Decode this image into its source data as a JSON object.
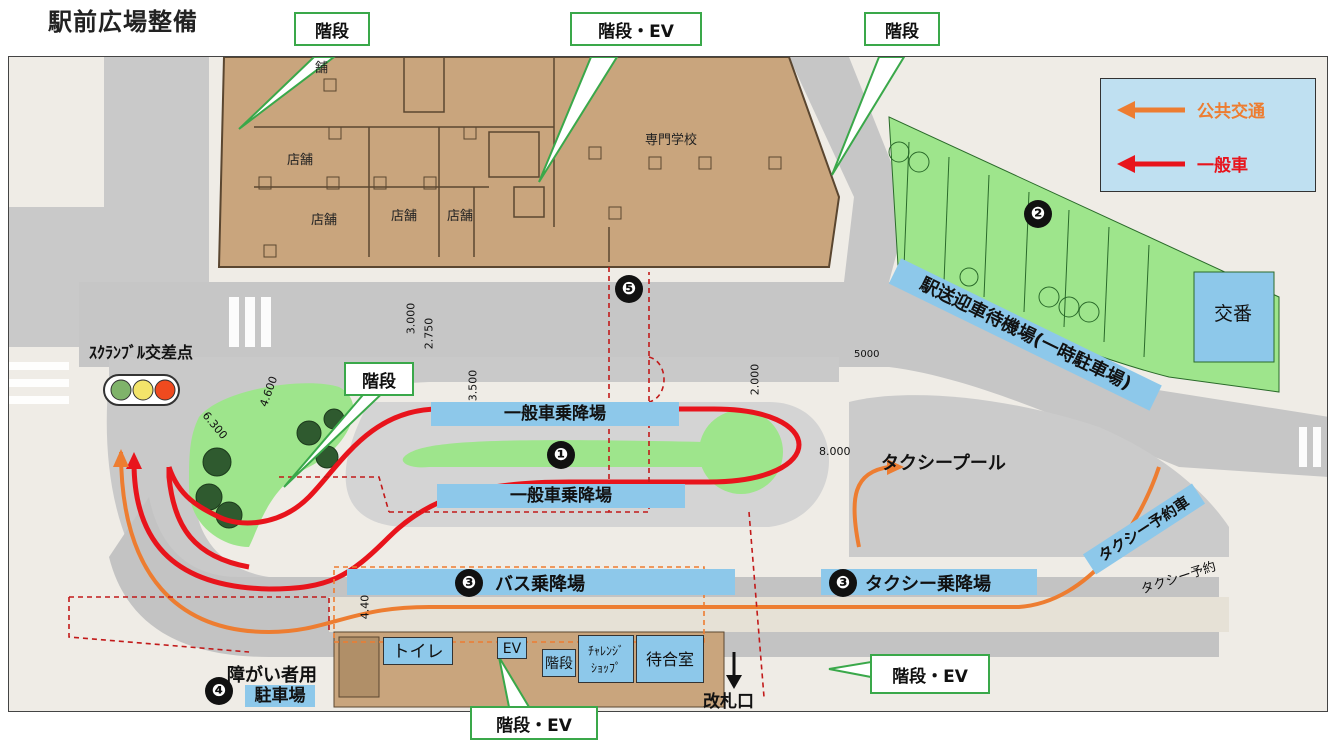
{
  "title": "駅前広場整備",
  "legend": {
    "items": [
      {
        "label": "公共交通",
        "color": "#ed7d31"
      },
      {
        "label": "一般車",
        "color": "#e8141c"
      }
    ]
  },
  "callouts": {
    "stairs_left": "階段",
    "stairs_ev_top": "階段・EV",
    "stairs_right": "階段",
    "stairs_plaza": "階段",
    "stairs_ev_bottom": "階段・EV",
    "stairs_ev_right": "階段・EV"
  },
  "numbers": {
    "n1": "❶",
    "n2": "❷",
    "n3a": "❸",
    "n3b": "❸",
    "n4": "❹",
    "n5": "❺"
  },
  "areas": {
    "pickup_waiting": "駅送迎車待機場(一時駐車場)",
    "police_box": "交番",
    "general_drop_upper": "一般車乗降場",
    "general_drop_lower": "一般車乗降場",
    "bus_stop": "バス乗降場",
    "taxi_stop": "タクシー乗降場",
    "taxi_pool": "タクシープール",
    "taxi_reserve": "タクシー予約車",
    "taxi_reserve_road": "タクシー予約",
    "scramble": "ｽｸﾗﾝﾌﾞﾙ交差点",
    "accessible_parking_1": "障がい者用",
    "accessible_parking_2": "駐車場",
    "ticket_gate": "改札口",
    "toilet": "トイレ",
    "ev": "EV",
    "stairs_station": "階段",
    "challenge_shop_1": "ﾁｬﾚﾝｼﾞ",
    "challenge_shop_2": "ｼｮｯﾌﾟ",
    "waiting_room": "待合室"
  },
  "buildings": {
    "vocational_school": "専門学校",
    "shop_a": "店舗",
    "shop_b": "店舗",
    "shop_c": "店舗",
    "shop_d": "店舗",
    "shop_top": "舗"
  },
  "dimensions": {
    "d1": "3.000",
    "d2": "2.750",
    "d3": "3.500",
    "d4": "2.000",
    "d5": "4.600",
    "d6": "6.300",
    "d7": "8.000",
    "d8": "4.400",
    "d9": "5000"
  }
}
